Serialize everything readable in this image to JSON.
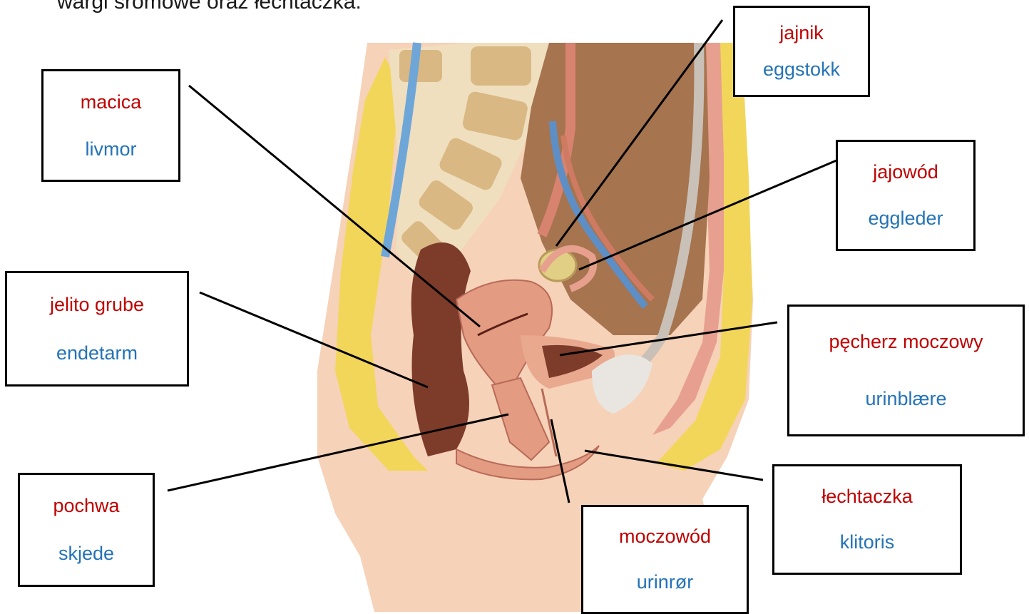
{
  "header": {
    "text": "wargi sromowe oraz łechtaczka."
  },
  "colors": {
    "polish": "#c00000",
    "norwegian": "#2473b6",
    "leader_line": "#000000"
  },
  "labels": {
    "macica": {
      "pl": "macica",
      "no": "livmor"
    },
    "jajnik": {
      "pl": "jajnik",
      "no": "eggstokk"
    },
    "jajowod": {
      "pl": "jajowód",
      "no": "eggleder"
    },
    "jelito": {
      "pl": "jelito grube",
      "no": "endetarm"
    },
    "pecherz": {
      "pl": "pęcherz moczowy",
      "no": "urinblære"
    },
    "pochwa": {
      "pl": "pochwa",
      "no": "skjede"
    },
    "lechtaczka": {
      "pl": "łechtaczka",
      "no": "klitoris"
    },
    "moczowod": {
      "pl": "moczowód",
      "no": "urinrør"
    }
  }
}
